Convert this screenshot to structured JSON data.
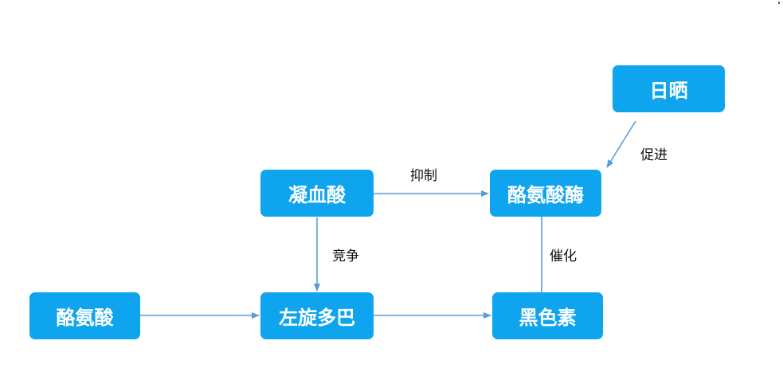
{
  "colors": {
    "node_fill": "#0ea5ee",
    "node_text": "#ffffff",
    "arrow": "#5b9bd5",
    "label_text": "#111111"
  },
  "nodes": {
    "sunlight": "日晒",
    "anticoagulant": "凝血酸",
    "tyrosinase": "酪氨酸酶",
    "tyrosine": "酪氨酸",
    "levodopa": "左旋多巴",
    "melanin": "黑色素"
  },
  "edges": {
    "promote": "促进",
    "inhibit": "抑制",
    "compete": "竞争",
    "catalyze": "催化"
  }
}
